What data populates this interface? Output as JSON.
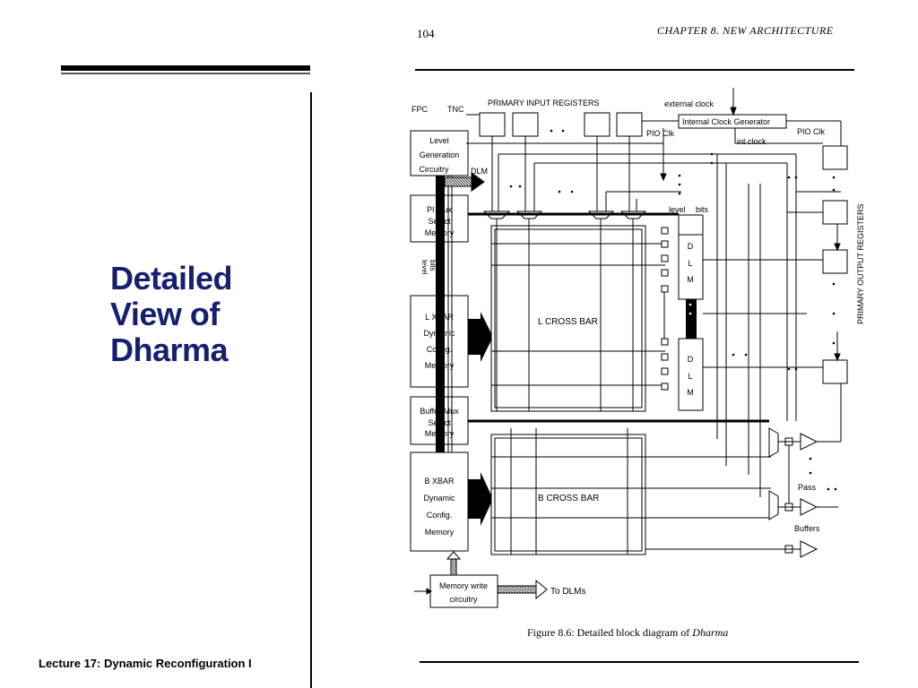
{
  "slide": {
    "title_lines": [
      "Detailed",
      "View of",
      "Dharma"
    ],
    "footer": "Lecture 17: Dynamic Reconfiguration I"
  },
  "page": {
    "number": "104",
    "running_head": "CHAPTER 8.  NEW ARCHITECTURE"
  },
  "diagram": {
    "fpc": "FPC",
    "tnc": "TNC",
    "primary_input_registers": "PRIMARY INPUT REGISTERS",
    "external_clock": "external clock",
    "internal_clock_generator": "Internal Clock Generator",
    "pio_clk_left": "PIO Clk",
    "pio_clk_right": "PIO Clk",
    "int_clock": "int clock",
    "level_gen": [
      "Level",
      "Generation",
      "Circuitry"
    ],
    "dlm_arrow": "DLM",
    "pi_mux": [
      "PI Mux",
      "Select",
      "Memory"
    ],
    "level_bits_vertical": [
      "level",
      "bits"
    ],
    "level_bits_top": [
      "level",
      "bits"
    ],
    "l_xbar": [
      "L XBAR",
      "Dynamic",
      "Config.",
      "Memory"
    ],
    "l_cross_bar": "L CROSS BAR",
    "dlm_upper": [
      "D",
      "L",
      "M"
    ],
    "dlm_lower": [
      "D",
      "L",
      "M"
    ],
    "buffer_mux": [
      "Buffer Mux",
      "Select",
      "Memory"
    ],
    "b_xbar": [
      "B XBAR",
      "Dynamic",
      "Config.",
      "Memory"
    ],
    "b_cross_bar": "B CROSS BAR",
    "primary_output_registers": "PRIMARY OUTPUT REGISTERS",
    "pass": "Pass",
    "buffers": "Buffers",
    "memory_write": [
      "Memory write",
      "circuitry"
    ],
    "to_dlms": "To DLMs",
    "caption_prefix": "Figure 8.6:  Detailed block diagram of ",
    "caption_italic": "Dharma"
  }
}
